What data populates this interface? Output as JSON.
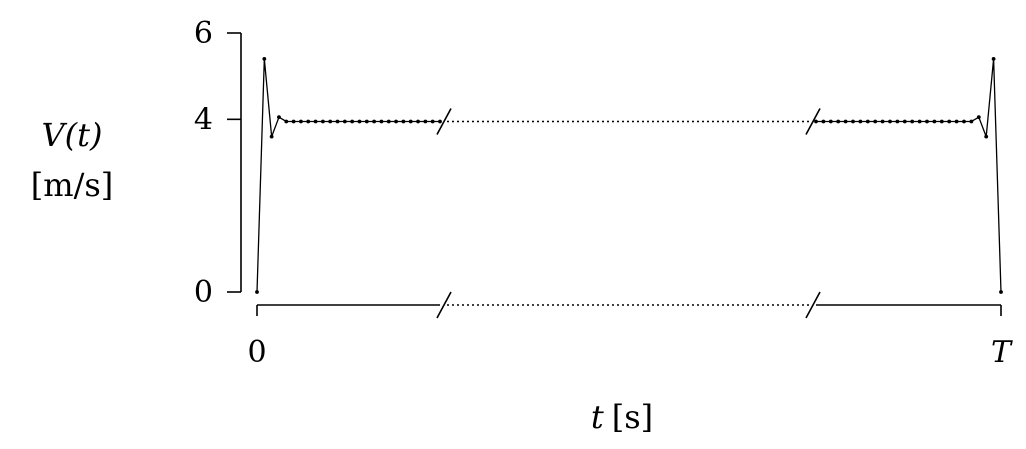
{
  "chart_data": {
    "type": "line",
    "title": "",
    "ylabel": {
      "main": "V(t)",
      "unit": "[m/s]"
    },
    "xlabel": "t [s]",
    "ylim": [
      0,
      6
    ],
    "yticks": [
      "0",
      "4",
      "6"
    ],
    "xticks": [
      "0",
      "T"
    ],
    "x_axis_broken": true,
    "grid": false,
    "series": [
      {
        "start_segment": [
          0,
          5.4,
          3.6,
          4.05,
          3.95,
          3.95,
          3.95,
          3.95,
          3.95,
          3.95,
          3.95,
          3.95,
          3.95,
          3.95,
          3.95,
          3.95,
          3.95,
          3.95,
          3.95,
          3.95,
          3.95,
          3.95,
          3.95,
          3.95,
          3.95,
          3.95
        ],
        "end_segment": [
          3.95,
          3.95,
          3.95,
          3.95,
          3.95,
          3.95,
          3.95,
          3.95,
          3.95,
          3.95,
          3.95,
          3.95,
          3.95,
          3.95,
          3.95,
          3.95,
          3.95,
          3.95,
          3.95,
          3.95,
          3.95,
          3.95,
          4.05,
          3.6,
          5.4,
          0
        ],
        "middle_value": 3.95
      }
    ]
  }
}
